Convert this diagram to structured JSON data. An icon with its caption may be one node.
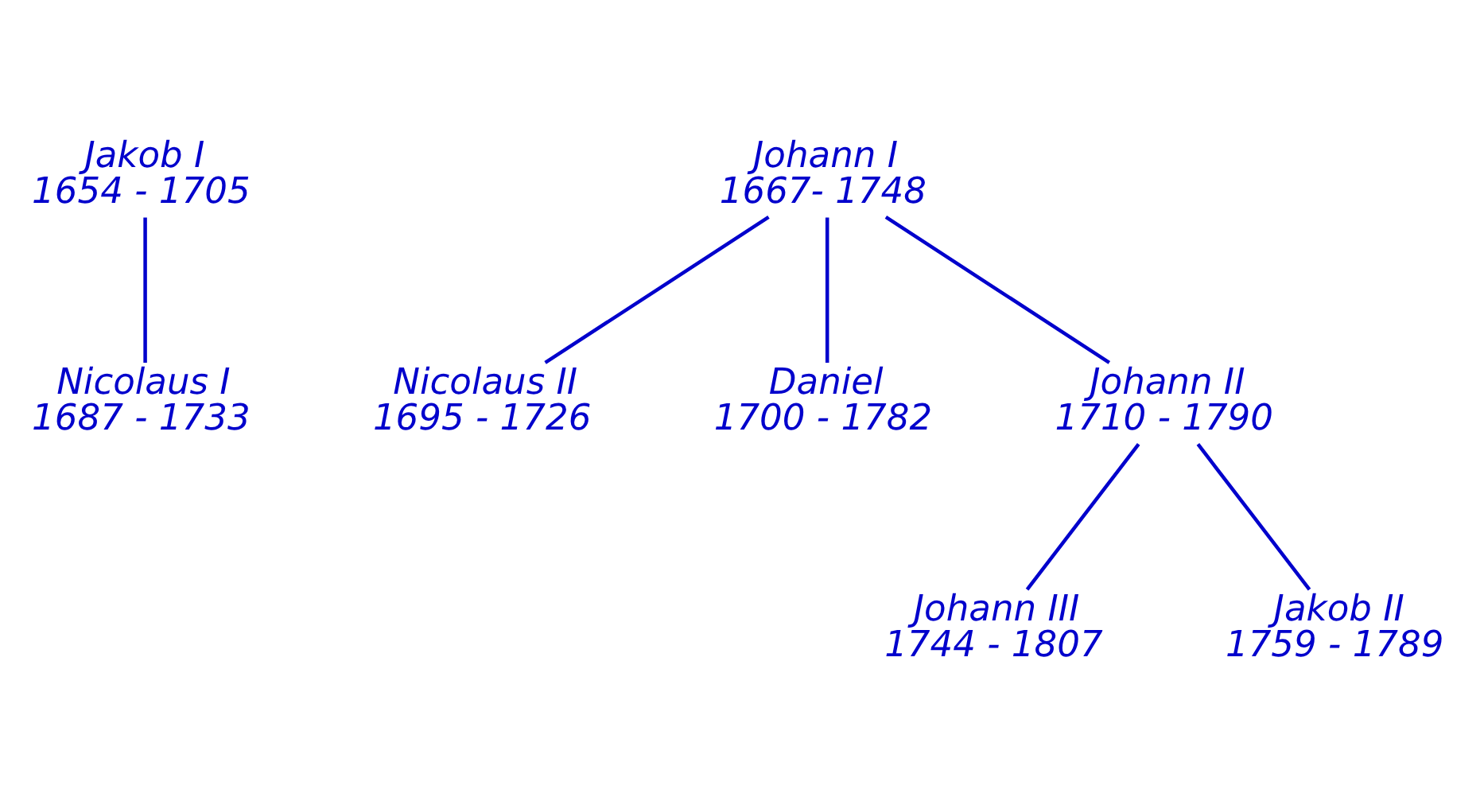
{
  "diagram": {
    "nodes": [
      {
        "text": [
          "Jakob I",
          "1654 - 1705"
        ]
      },
      {
        "text": [
          "Johann I",
          "1667- 1748"
        ]
      },
      {
        "text": [
          "Nicolaus I",
          "1687 - 1733"
        ]
      },
      {
        "text": [
          "Nicolaus II",
          "1695 - 1726"
        ]
      },
      {
        "text": [
          "Daniel",
          "1700 - 1782"
        ]
      },
      {
        "text": [
          "Johann II",
          "1710 - 1790"
        ]
      },
      {
        "text": [
          "Johann III",
          "1744 - 1807"
        ]
      },
      {
        "text": [
          "Jakob II",
          "1759 - 1789"
        ]
      }
    ],
    "edges": [
      {
        "from": 0,
        "to": 2,
        "arrow": "none"
      },
      {
        "from": 1,
        "to": 3,
        "arrow": "none"
      },
      {
        "from": 1,
        "to": 4,
        "arrow": "none"
      },
      {
        "from": 1,
        "to": 5,
        "arrow": "none"
      },
      {
        "from": 5,
        "to": 6,
        "arrow": "none"
      },
      {
        "from": 5,
        "to": 7,
        "arrow": "none"
      }
    ]
  }
}
